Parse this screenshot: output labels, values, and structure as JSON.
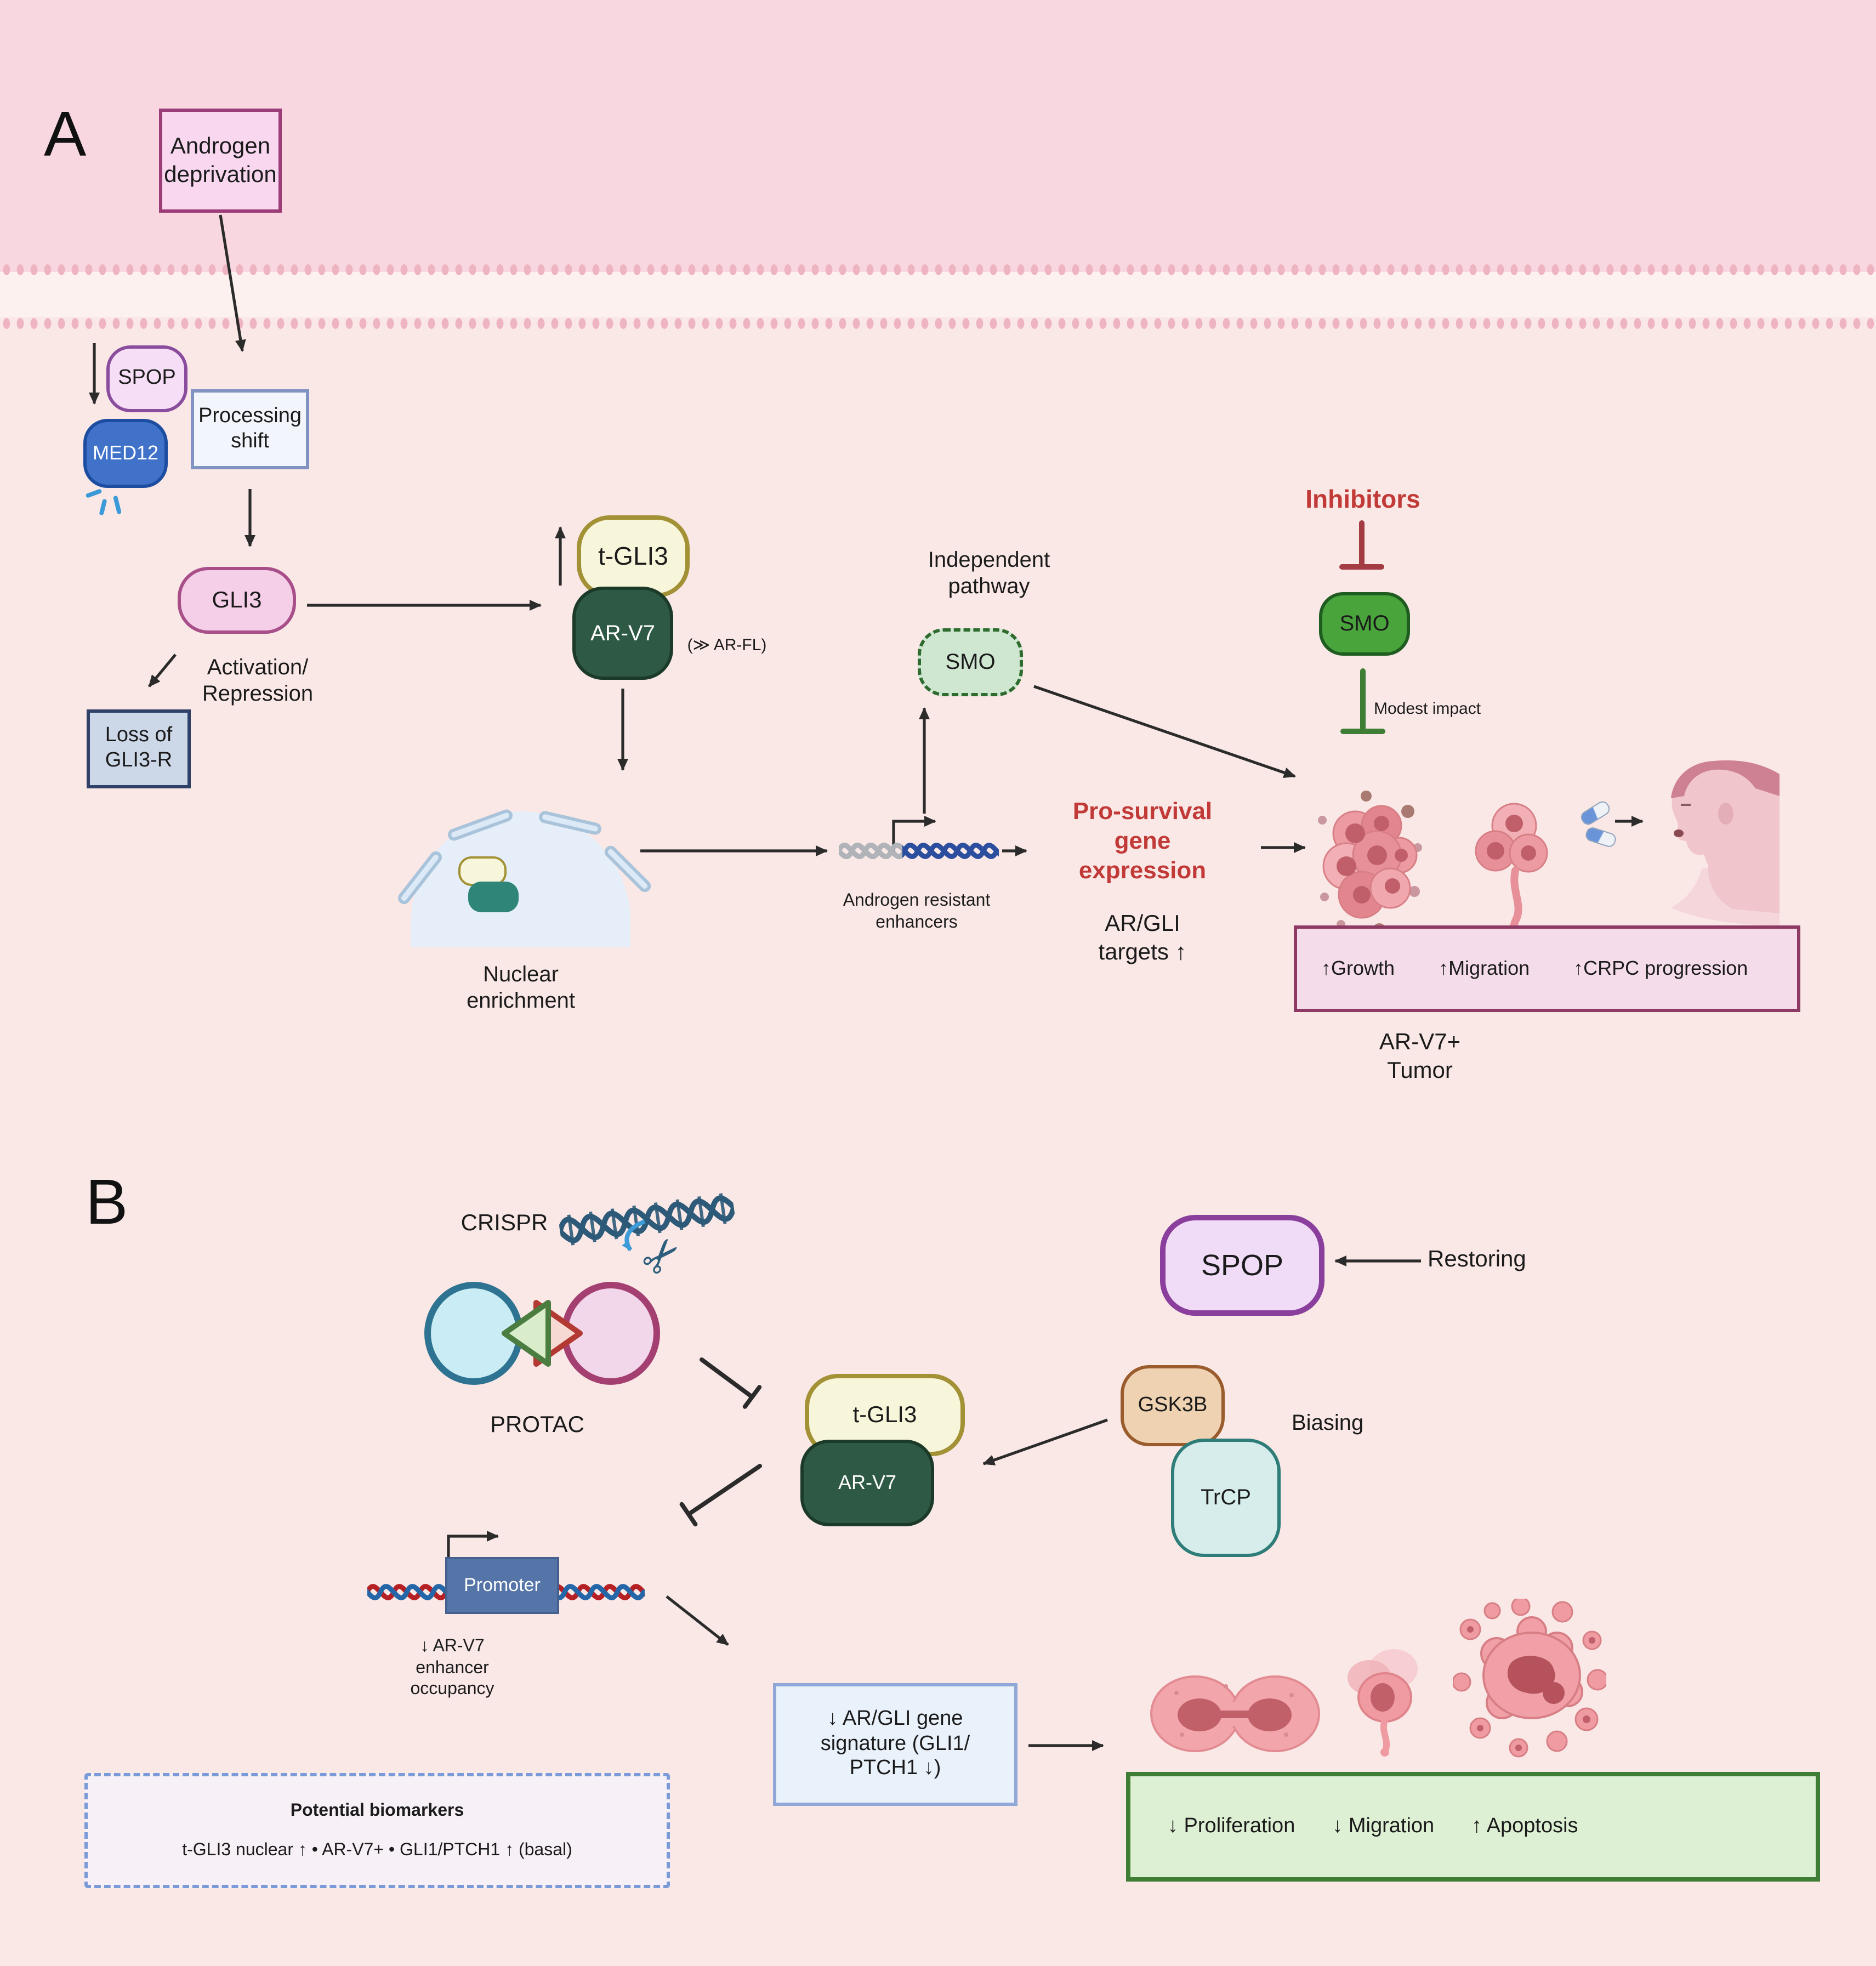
{
  "figure": {
    "panel_a_label": "A",
    "panel_b_label": "B"
  },
  "colors": {
    "background": "#fae8e6",
    "top_band": "#f8d7e1",
    "red_accent": "#c13a38",
    "green_accent": "#3e7d34",
    "inhibition_red": "#a33b42"
  },
  "icons": {
    "scissors": "✂"
  },
  "panelA": {
    "androgen_deprivation": "Androgen\ndeprivation",
    "spop": "SPOP",
    "med12": "MED12",
    "processing_shift": "Processing\nshift",
    "gli3": "GLI3",
    "activation_repression": "Activation/\nRepression",
    "loss_gli3r": "Loss of\nGLI3-R",
    "t_gli3": "t-GLI3",
    "ar_v7": "AR-V7",
    "ar_fl_note": "(≫ AR-FL)",
    "independent_pathway": "Independent\npathway",
    "smo_independent": "SMO",
    "inhibitors": "Inhibitors",
    "smo": "SMO",
    "modest_impact": "Modest impact",
    "nuclear_enrichment": "Nuclear\nenrichment",
    "androgen_resistant_enhancers": "Androgen resistant\nenhancers",
    "pro_survival": "Pro-survival\ngene\nexpression",
    "ar_gli_targets": "AR/GLI\ntargets ↑",
    "outcomes": [
      "↑Growth",
      "↑Migration",
      "↑CRPC progression"
    ],
    "tumor_label": "AR-V7+\nTumor"
  },
  "panelB": {
    "crispr": "CRISPR",
    "protac": "PROTAC",
    "spop": "SPOP",
    "restoring": "Restoring",
    "t_gli3": "t-GLI3",
    "ar_v7": "AR-V7",
    "gsk3b": "GSK3B",
    "trcp": "TrCP",
    "biasing": "Biasing",
    "promoter": "Promoter",
    "enhancer_occupancy": "↓ AR-V7\nenhancer\noccupancy",
    "gene_signature": "↓ AR/GLI gene\nsignature (GLI1/\nPTCH1 ↓)",
    "outcomes": [
      "↓ Proliferation",
      "↓ Migration",
      "↑  Apoptosis"
    ],
    "biomarkers_title": "Potential biomarkers",
    "biomarkers_line": "t-GLI3 nuclear ↑ • AR-V7+ • GLI1/PTCH1 ↑ (basal)"
  }
}
